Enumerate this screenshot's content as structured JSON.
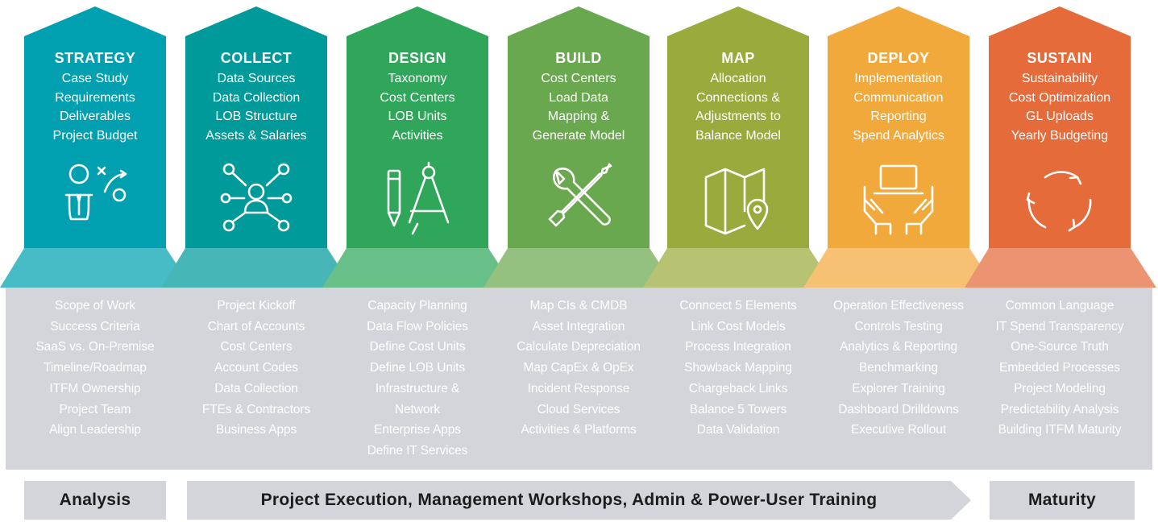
{
  "columns": [
    {
      "title": "STRATEGY",
      "color": "#00A0B0",
      "items": [
        "Case Study",
        "Requirements",
        "Deliverables",
        "Project Budget"
      ],
      "icon": "strategy-person-icon",
      "tasks": [
        "Scope of Work",
        "Success Criteria",
        "SaaS vs. On-Premise",
        "Timeline/Roadmap",
        "ITFM Ownership",
        "Project Team",
        "Align Leadership"
      ]
    },
    {
      "title": "COLLECT",
      "color": "#009A9A",
      "items": [
        "Data Sources",
        "Data Collection",
        "LOB Structure",
        "Assets & Salaries"
      ],
      "icon": "network-people-icon",
      "tasks": [
        "Project Kickoff",
        "Chart of Accounts",
        "Cost Centers",
        "Account Codes",
        "Data Collection",
        "FTEs & Contractors",
        "Business Apps"
      ]
    },
    {
      "title": "DESIGN",
      "color": "#2FA65A",
      "items": [
        "Taxonomy",
        "Cost Centers",
        "LOB Units",
        "Activities"
      ],
      "icon": "pencil-compass-icon",
      "tasks": [
        "Capacity Planning",
        "Data Flow Policies",
        "Define Cost Units",
        "Define LOB Units",
        "Infrastructure &",
        "Network",
        "Enterprise Apps",
        "Define IT Services"
      ]
    },
    {
      "title": "BUILD",
      "color": "#6AA84F",
      "items": [
        "Cost Centers",
        "Load Data",
        "Mapping &",
        "Generate Model"
      ],
      "icon": "wrench-screwdriver-icon",
      "tasks": [
        "Map CIs & CMDB",
        "Asset Integration",
        "Calculate Depreciation",
        "Map CapEx & OpEx",
        "Incident Response",
        "Cloud Services",
        "Activities & Platforms"
      ]
    },
    {
      "title": "MAP",
      "color": "#9BAA3D",
      "items": [
        "Allocation",
        "Connections &",
        "Adjustments to",
        "Balance Model"
      ],
      "icon": "map-pin-icon",
      "tasks": [
        "Conncect  5  Elements",
        "Link Cost Models",
        "Process Integration",
        "Showback Mapping",
        "Chargeback Links",
        "Balance 5 Towers",
        "Data Validation"
      ]
    },
    {
      "title": "DEPLOY",
      "color": "#F2A93B",
      "items": [
        "Implementation",
        "Communication",
        "Reporting",
        "Spend Analytics"
      ],
      "icon": "hands-laptop-icon",
      "tasks": [
        "Operation Effectiveness",
        "Controls Testing",
        "Analytics & Reporting",
        "Benchmarking",
        "Explorer Training",
        "Dashboard Drilldowns",
        "Executive Rollout"
      ]
    },
    {
      "title": "SUSTAIN",
      "color": "#E56B3A",
      "items": [
        "Sustainability",
        "Cost Optimization",
        "GL Uploads",
        "Yearly Budgeting"
      ],
      "icon": "cycle-arrows-icon",
      "tasks": [
        "Common Language",
        "IT Spend Transparency",
        "One-Source Truth",
        "Embedded Processes",
        "Project Modeling",
        "Predictability Analysis",
        "Building ITFM Maturity"
      ]
    }
  ],
  "footer": {
    "analysis": "Analysis",
    "execution": "Project Execution, Management Workshops, Admin & Power-User Training",
    "maturity": "Maturity"
  }
}
